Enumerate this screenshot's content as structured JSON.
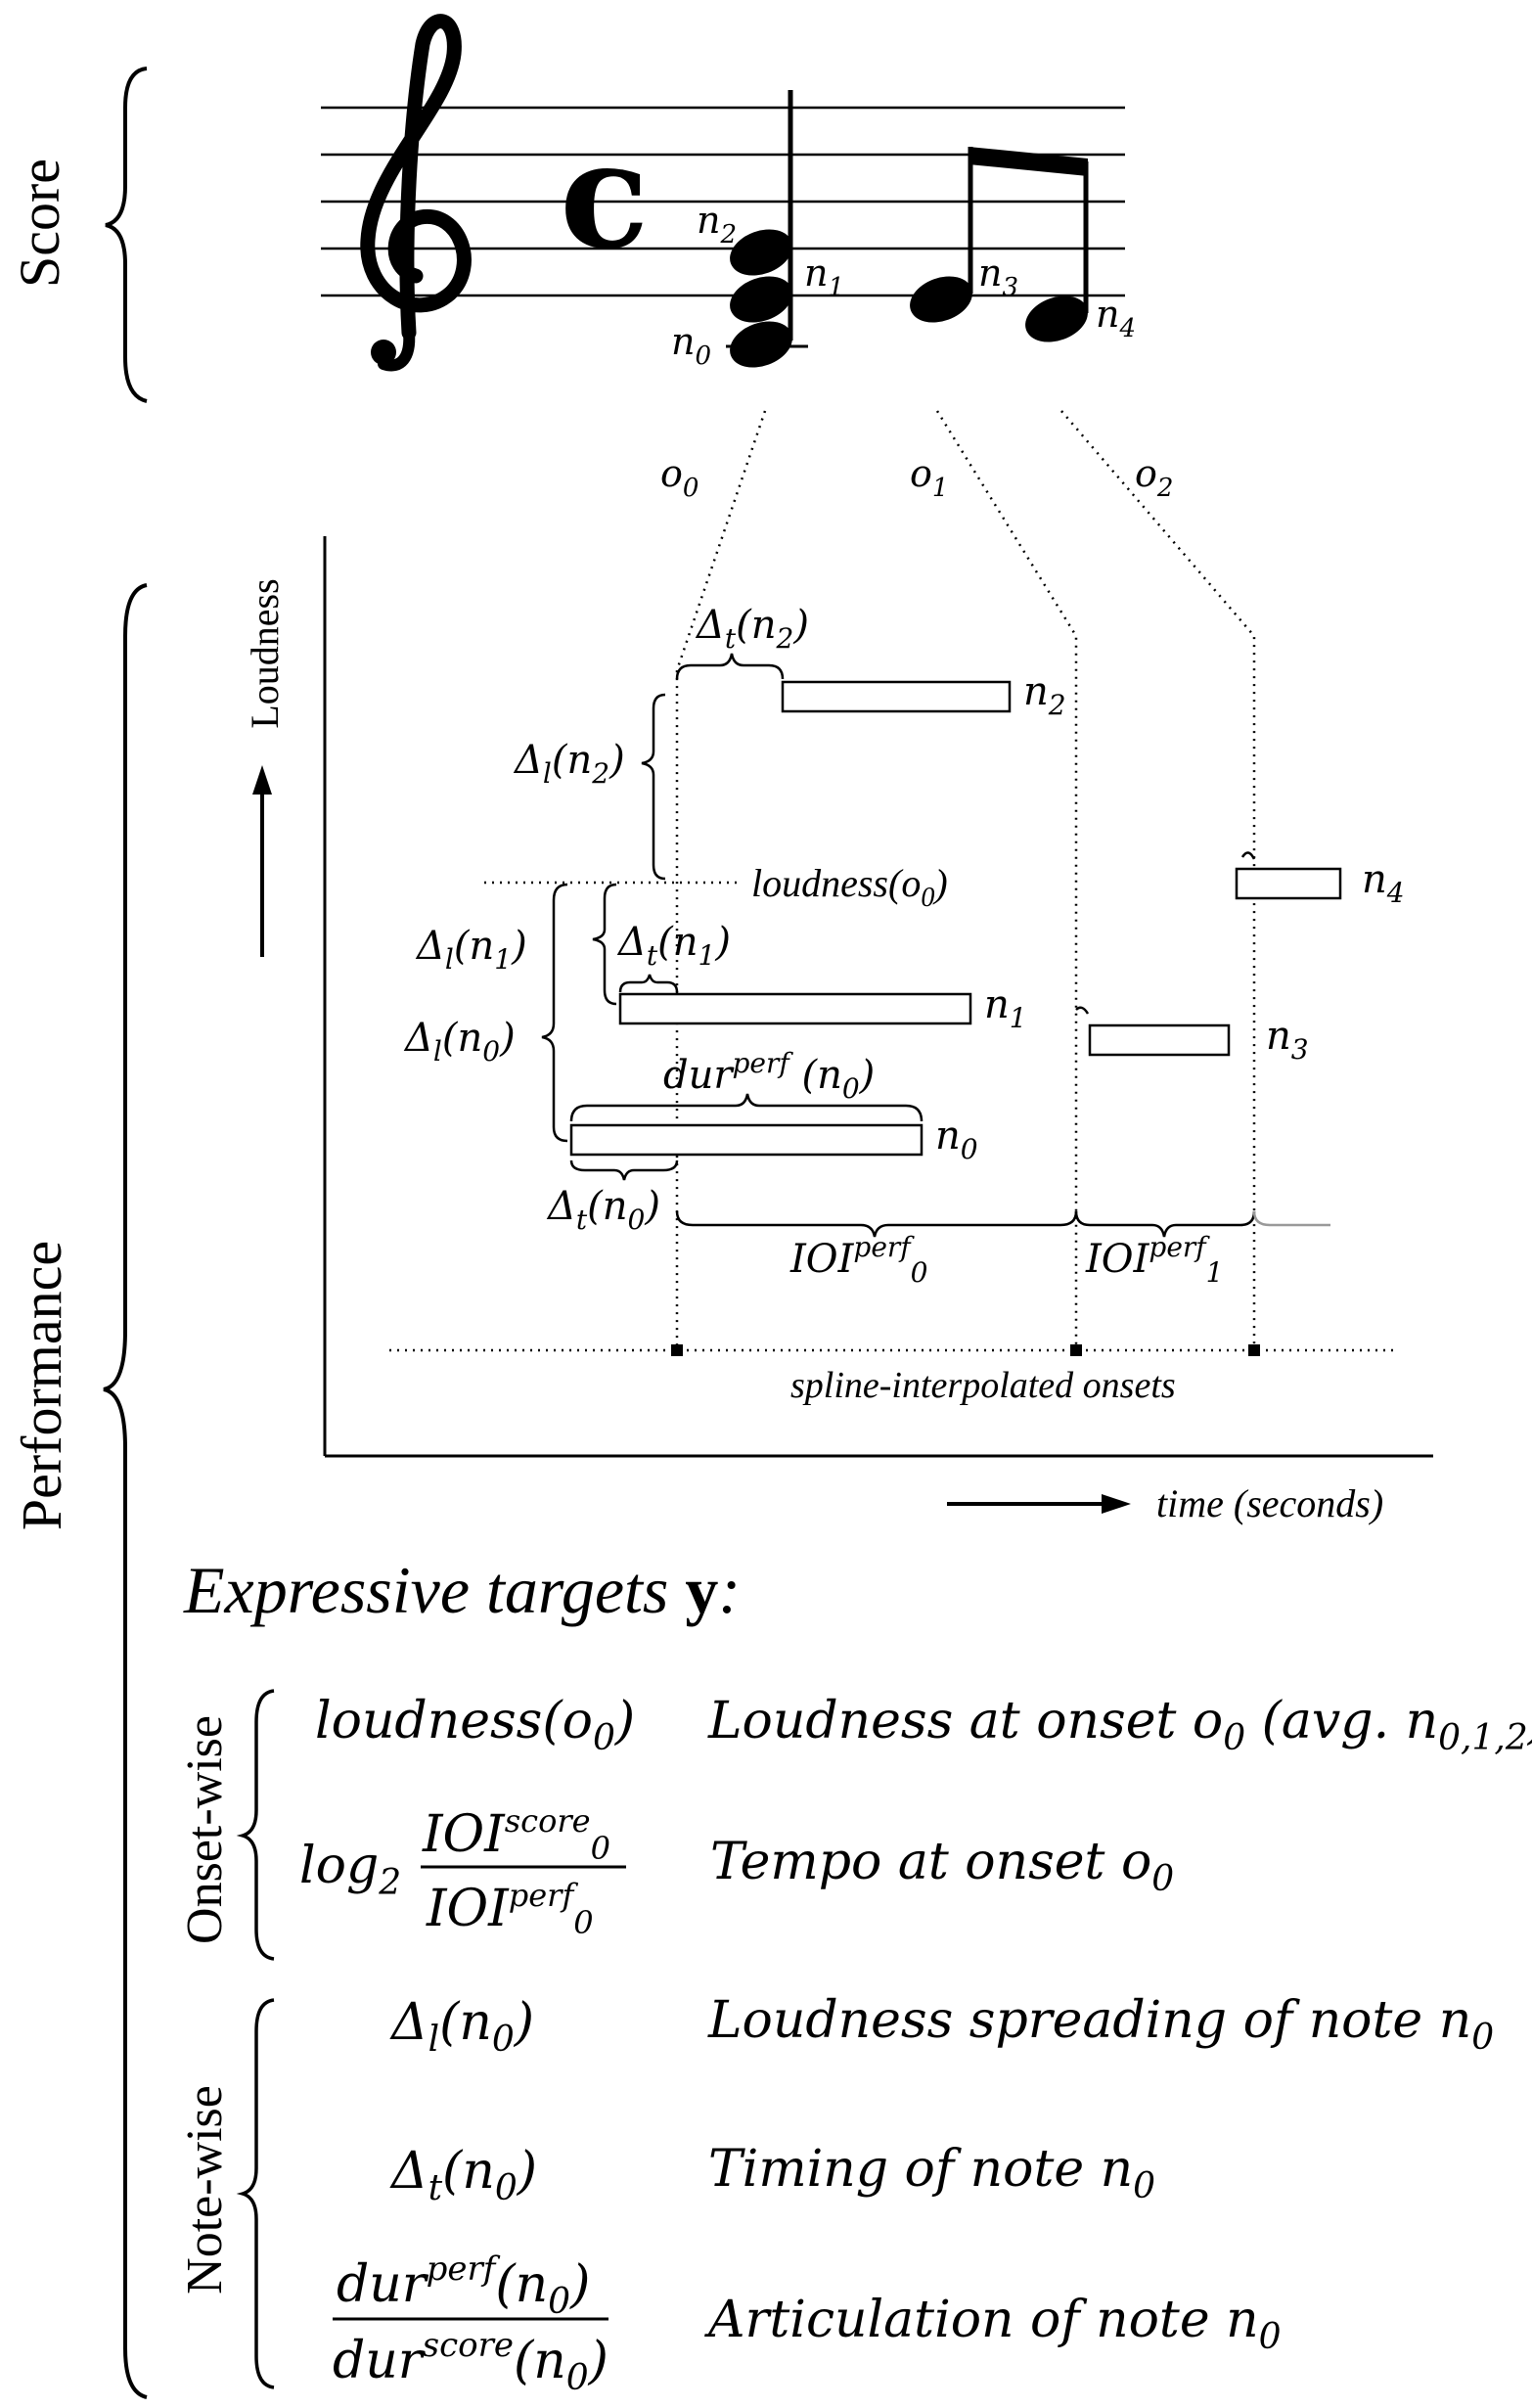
{
  "section_labels": {
    "score": "Score",
    "performance": "Performance",
    "onset_wise": "Onset-wise",
    "note_wise": "Note-wise"
  },
  "score": {
    "time_signature": "c",
    "notes": [
      "n",
      "n",
      "n",
      "n",
      "n"
    ],
    "note_subscripts": [
      "0",
      "1",
      "2",
      "3",
      "4"
    ]
  },
  "onsets": [
    {
      "label": "o",
      "sub": "0"
    },
    {
      "label": "o",
      "sub": "1"
    },
    {
      "label": "o",
      "sub": "2"
    }
  ],
  "plot": {
    "y_axis_label": "Loudness",
    "x_axis_label": "time (seconds)",
    "loudness_ref": "loudness(o",
    "loudness_ref_sub": "0",
    "loudness_ref_end": ")",
    "spline_label": "spline-interpolated onsets",
    "delta": "Δ",
    "sub_t": "t",
    "sub_l": "l",
    "dur_label": "dur",
    "perf_sup": "perf",
    "ioi_label": "IOI",
    "ioi_subs": [
      "0",
      "1"
    ]
  },
  "targets": {
    "heading": "Expressive targets",
    "heading_symbol": "y",
    "heading_colon": ":",
    "log_label": "log",
    "log_base": "2",
    "score_sup": "score",
    "rows": [
      {
        "pre": "Loudness at onset o",
        "sub": "0",
        "post": " (avg. n",
        "sub2": "0,1,2",
        "end": ")"
      },
      {
        "pre": "Tempo at onset o",
        "sub": "0"
      },
      {
        "pre": "Loudness spreading of note n",
        "sub": "0"
      },
      {
        "pre": "Timing of note n",
        "sub": "0"
      },
      {
        "pre": "Articulation of note n",
        "sub": "0"
      }
    ]
  }
}
